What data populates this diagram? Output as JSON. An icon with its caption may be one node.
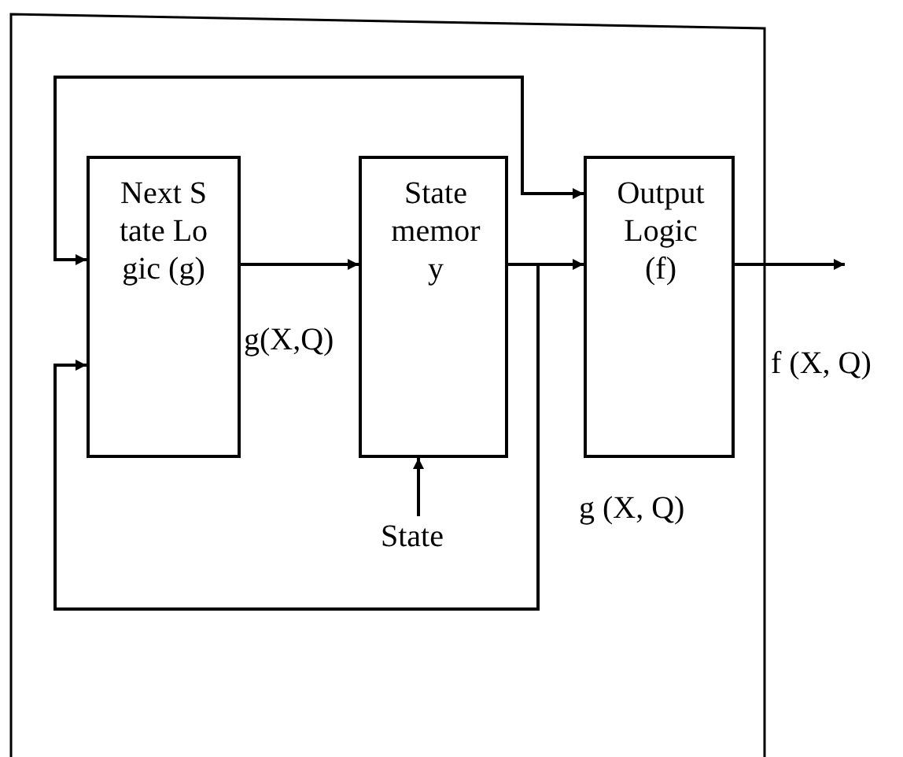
{
  "diagram": {
    "nodes": [
      {
        "text": [
          "Next State Logic (g)"
        ]
      },
      {
        "text": [
          "State memory"
        ]
      },
      {
        "text": [
          "Output Logic (f)"
        ]
      },
      {
        "text": [
          "State"
        ]
      }
    ],
    "edges": [
      {
        "from": 0,
        "to": 1,
        "arrow": "to",
        "label": "g(X,Q)"
      },
      {
        "from": 1,
        "to": 2,
        "arrow": "to"
      },
      {
        "from": 2,
        "to": null,
        "arrow": "to",
        "label": "f (X, Q)"
      },
      {
        "from": 0,
        "to": 2,
        "arrow": "both"
      },
      {
        "from": 1,
        "to": 0,
        "arrow": "to"
      },
      {
        "from": 3,
        "to": 1,
        "arrow": "to"
      }
    ],
    "labels": [
      "g (X, Q)"
    ]
  }
}
